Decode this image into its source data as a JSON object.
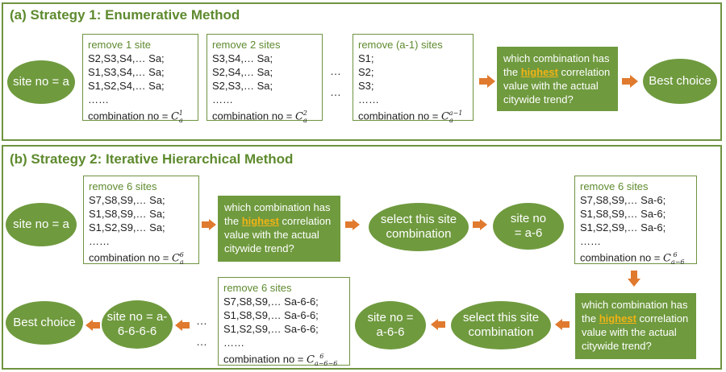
{
  "colors": {
    "green": "#6f9a3e",
    "border": "#6f9340",
    "arrow": "#e07a2e",
    "highlight": "#f2b316"
  },
  "panel_a": {
    "title": "(a) Strategy 1: Enumerative Method",
    "start": "site no = a",
    "boxes": [
      {
        "header": "remove 1 site",
        "lines": [
          "S2,S3,S4,… Sa;",
          "S1,S3,S4,… Sa;",
          "S1,S2,S4,… Sa;",
          "……"
        ],
        "combo_prefix": "combination no = ",
        "combo_sup": "1",
        "combo_sub": "a"
      },
      {
        "header": "remove 2 sites",
        "lines": [
          "S3,S4,… Sa;",
          "S2,S4,… Sa;",
          "S2,S3,… Sa;",
          "……"
        ],
        "combo_prefix": "combination no = ",
        "combo_sup": "2",
        "combo_sub": "a"
      },
      {
        "header": "remove (a-1) sites",
        "lines": [
          "S1;",
          "S2;",
          "S3;",
          "……"
        ],
        "combo_prefix": "combination no = ",
        "combo_sup": "a−1",
        "combo_sub": "a"
      }
    ],
    "dots_top": "…",
    "dots_bottom": "…",
    "question": {
      "pre": "which combination has the ",
      "highlight": "highest",
      "post": " correlation value with the actual citywide trend?"
    },
    "end": "Best choice"
  },
  "panel_b": {
    "title": "(b) Strategy 2: Iterative Hierarchical Method",
    "start": "site no = a",
    "box1": {
      "header": "remove 6 sites",
      "lines": [
        "S7,S8,S9,… Sa;",
        "S1,S8,S9,… Sa;",
        "S1,S2,S9,… Sa;",
        "……"
      ],
      "combo_prefix": "combination no = ",
      "combo_sup": "6",
      "combo_sub": "a"
    },
    "question1": {
      "pre": "which combination has the ",
      "highlight": "highest",
      "post": " correlation value with the actual citywide trend?"
    },
    "select1": "select this site combination",
    "site2": "site no = a-6",
    "box2": {
      "header": "remove 6 sites",
      "lines": [
        "S7,S8,S9,… Sa-6;",
        "S1,S8,S9,… Sa-6;",
        "S1,S2,S9,… Sa-6;",
        "……"
      ],
      "combo_prefix": "combination no = ",
      "combo_sup": "6",
      "combo_sub": "a−6"
    },
    "question2": {
      "pre": "which combination has the ",
      "highlight": "highest",
      "post": " correlation value with the actual citywide trend?"
    },
    "select2": "select this site combination",
    "site3": "site no = a-6-6",
    "box3": {
      "header": "remove 6 sites",
      "lines": [
        "S7,S8,S9,… Sa-6-6;",
        "S1,S8,S9,… Sa-6-6;",
        "S1,S2,S9,… Sa-6-6;",
        "……"
      ],
      "combo_prefix": "combination no = ",
      "combo_sup": "6",
      "combo_sub": "a−6−6"
    },
    "dots_top": "…",
    "dots_bottom": "…",
    "site4": "site no = a-6-6-6-6",
    "end": "Best choice"
  }
}
